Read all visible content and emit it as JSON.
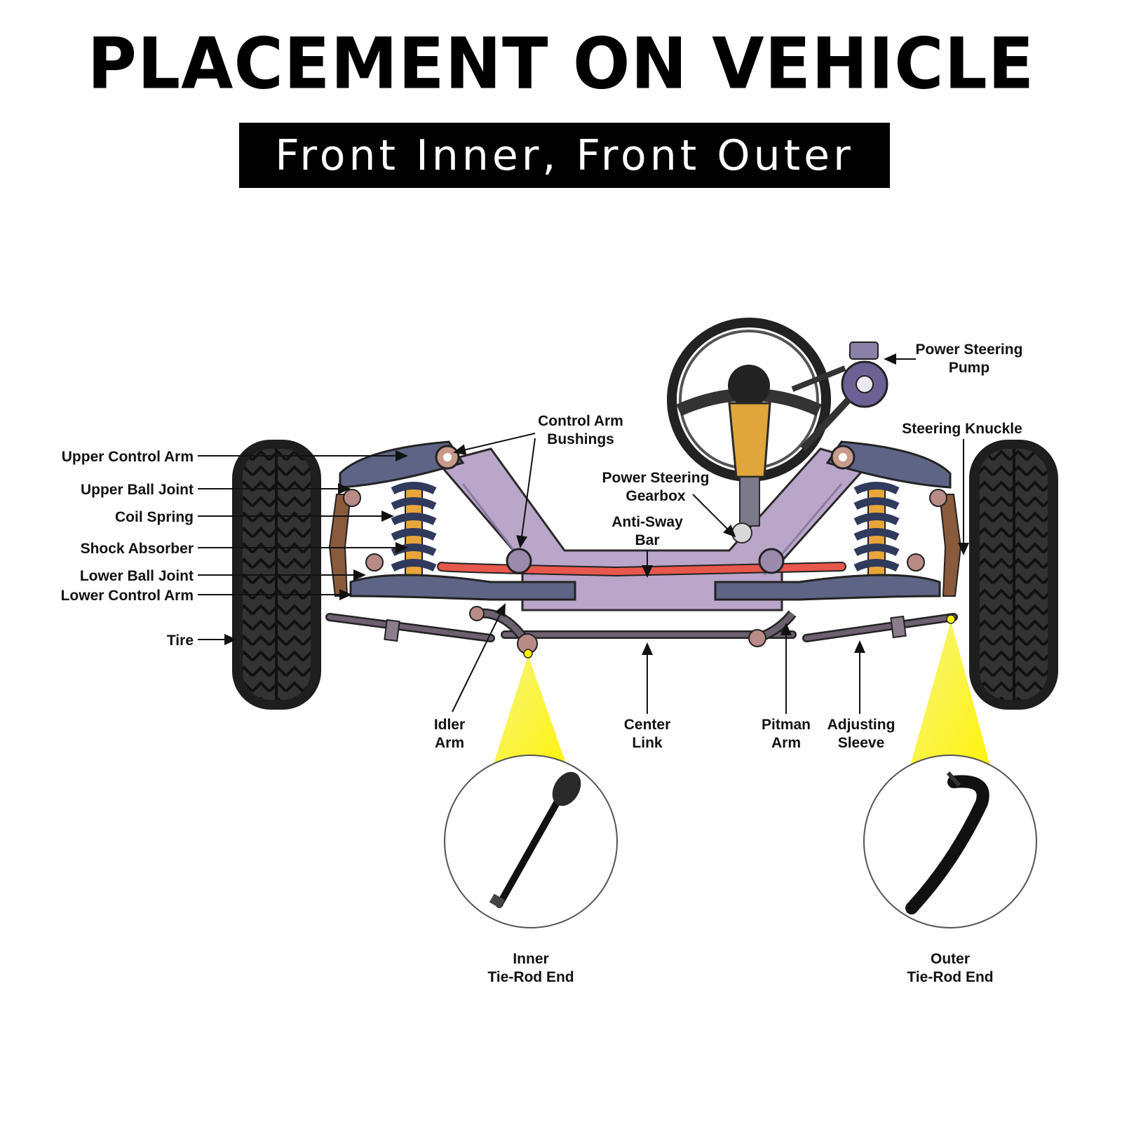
{
  "header": {
    "title": "PLACEMENT ON VEHICLE",
    "subtitle": "Front Inner, Front Outer"
  },
  "labels": {
    "upper_control_arm": "Upper Control Arm",
    "upper_ball_joint": "Upper Ball Joint",
    "coil_spring": "Coil Spring",
    "shock_absorber": "Shock Absorber",
    "lower_ball_joint": "Lower Ball Joint",
    "lower_control_arm": "Lower Control Arm",
    "tire": "Tire",
    "control_arm_bushings": [
      "Control Arm",
      "Bushings"
    ],
    "power_steering_gearbox": [
      "Power Steering",
      "Gearbox"
    ],
    "anti_sway_bar": [
      "Anti-Sway",
      "Bar"
    ],
    "power_steering_pump": [
      "Power Steering",
      "Pump"
    ],
    "steering_knuckle": "Steering Knuckle",
    "idler_arm": [
      "Idler",
      "Arm"
    ],
    "center_link": [
      "Center",
      "Link"
    ],
    "pitman_arm": [
      "Pitman",
      "Arm"
    ],
    "adjusting_sleeve": [
      "Adjusting",
      "Sleeve"
    ],
    "inner_tie_rod_end": [
      "Inner",
      "Tie-Rod End"
    ],
    "outer_tie_rod_end": [
      "Outer",
      "Tie-Rod End"
    ]
  },
  "colors": {
    "frame": "#b9a6c9",
    "control_arm": "#5d6485",
    "anti_sway_bar": "#e8574c",
    "spring": "#2f3a5c",
    "shock": "#e8a53a",
    "knuckle": "#8a5a3c",
    "tire": "#2b2b2b",
    "highlight": "#fff200"
  }
}
